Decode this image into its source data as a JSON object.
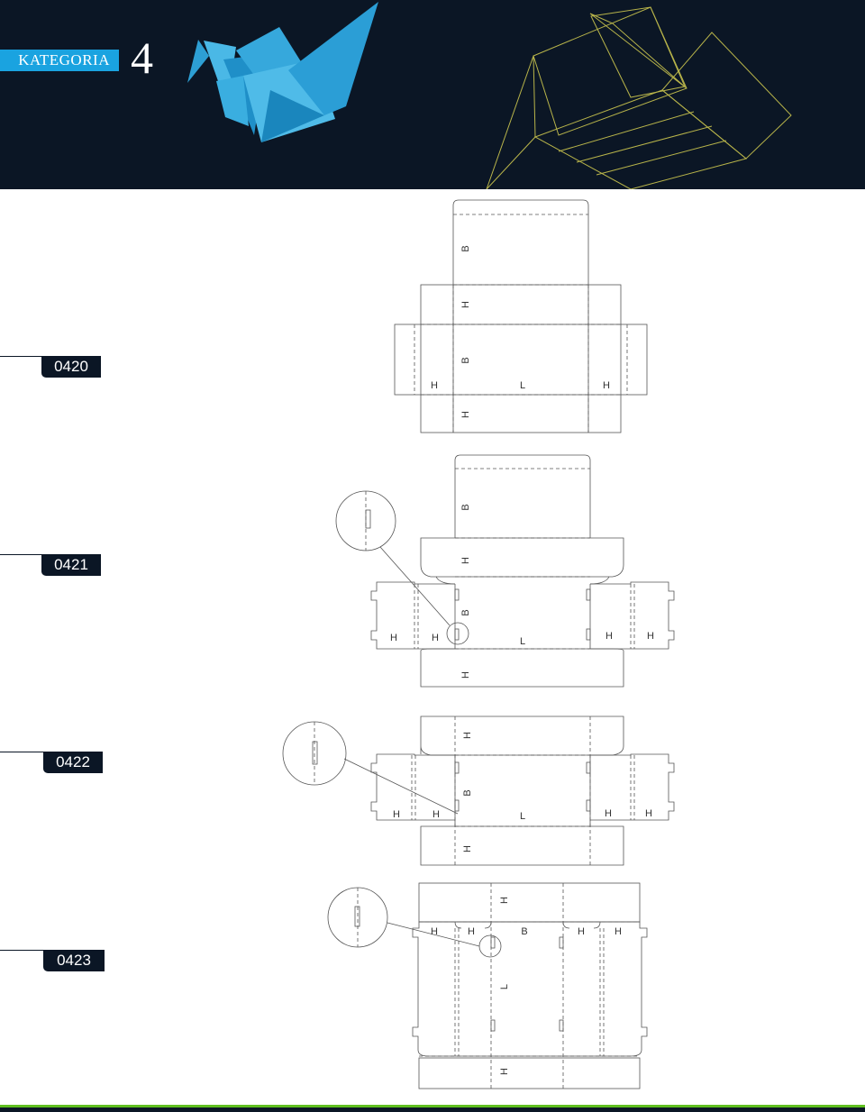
{
  "header": {
    "category_label": "KATEGORIA",
    "category_number": "4",
    "colors": {
      "background": "#0b1625",
      "accent": "#1aa3e0",
      "outline": "#b8b44a"
    }
  },
  "products": [
    {
      "code": "0420"
    },
    {
      "code": "0421"
    },
    {
      "code": "0422"
    },
    {
      "code": "0423"
    }
  ],
  "dimension_letters": {
    "height": "H",
    "width": "B",
    "length": "L"
  },
  "footer": {
    "colors": {
      "stripe": "#5fbf1f",
      "base": "#0b1625"
    }
  }
}
